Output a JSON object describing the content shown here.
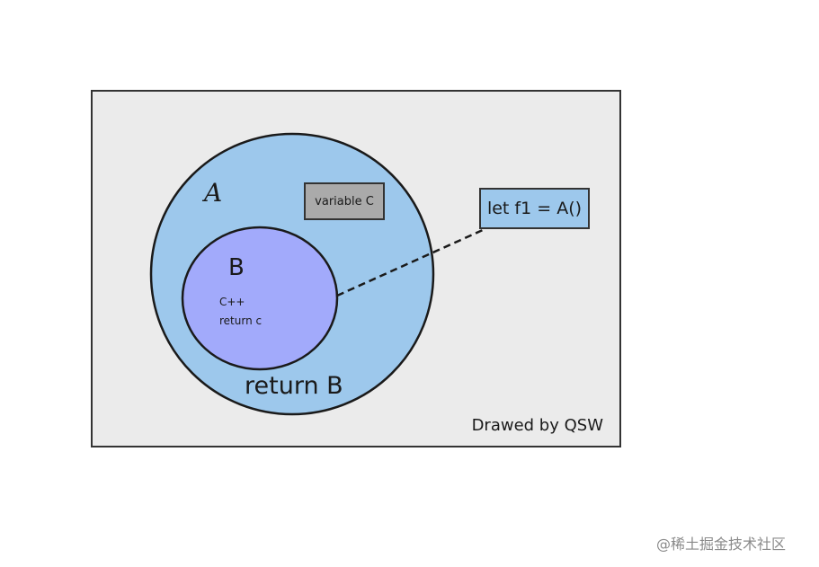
{
  "diagram": {
    "colors": {
      "background": "#ebebeb",
      "outer_circle": "#9dc8ec",
      "inner_circle": "#a2aafb",
      "variable_box": "#aaaaaa",
      "code_box": "#9dc8ec",
      "stroke": "#1a1a1a"
    },
    "outer_label": "A",
    "inner_label": "B",
    "inner_line1": "C++",
    "inner_line2": "return c",
    "outer_bottom": "return B",
    "variable_box": "variable C",
    "code_box": "let f1 = A()",
    "credit": "Drawed by QSW"
  },
  "watermark": "@稀土掘金技术社区"
}
